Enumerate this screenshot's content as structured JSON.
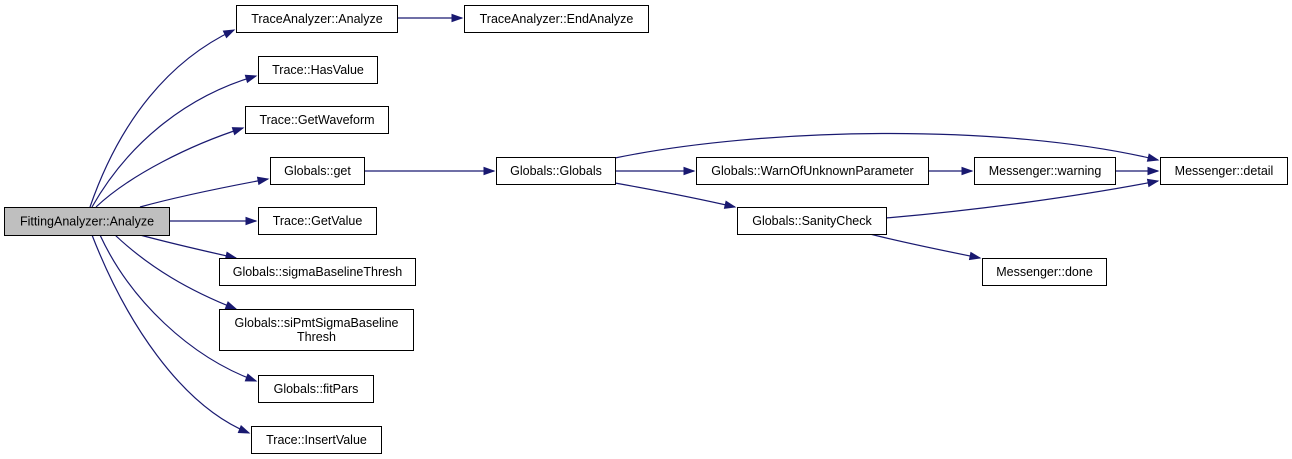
{
  "diagram": {
    "colors": {
      "node_fill": "#ffffff",
      "root_fill": "#bfbfbf",
      "node_border": "#000000",
      "edge": "#191970"
    },
    "nodes": {
      "fitting_analyze": {
        "lines": [
          "FittingAnalyzer::Analyze"
        ]
      },
      "trace_analyzer_analyze": {
        "lines": [
          "TraceAnalyzer::Analyze"
        ]
      },
      "trace_analyzer_end_analyze": {
        "lines": [
          "TraceAnalyzer::EndAnalyze"
        ]
      },
      "trace_has_value": {
        "lines": [
          "Trace::HasValue"
        ]
      },
      "trace_get_waveform": {
        "lines": [
          "Trace::GetWaveform"
        ]
      },
      "globals_get": {
        "lines": [
          "Globals::get"
        ]
      },
      "globals_globals": {
        "lines": [
          "Globals::Globals"
        ]
      },
      "globals_warn": {
        "lines": [
          "Globals::WarnOfUnknownParameter"
        ]
      },
      "messenger_warning": {
        "lines": [
          "Messenger::warning"
        ]
      },
      "messenger_detail": {
        "lines": [
          "Messenger::detail"
        ]
      },
      "trace_get_value": {
        "lines": [
          "Trace::GetValue"
        ]
      },
      "globals_sanity": {
        "lines": [
          "Globals::SanityCheck"
        ]
      },
      "globals_sigma": {
        "lines": [
          "Globals::sigmaBaselineThresh"
        ]
      },
      "messenger_done": {
        "lines": [
          "Messenger::done"
        ]
      },
      "globals_sipmt": {
        "lines": [
          "Globals::siPmtSigmaBaseline",
          "Thresh"
        ]
      },
      "globals_fitpars": {
        "lines": [
          "Globals::fitPars"
        ]
      },
      "trace_insert_value": {
        "lines": [
          "Trace::InsertValue"
        ]
      }
    },
    "edges": [
      {
        "from": "fitting_analyze",
        "to": "trace_analyzer_analyze"
      },
      {
        "from": "trace_analyzer_analyze",
        "to": "trace_analyzer_end_analyze"
      },
      {
        "from": "fitting_analyze",
        "to": "trace_has_value"
      },
      {
        "from": "fitting_analyze",
        "to": "trace_get_waveform"
      },
      {
        "from": "fitting_analyze",
        "to": "globals_get"
      },
      {
        "from": "globals_get",
        "to": "globals_globals"
      },
      {
        "from": "globals_globals",
        "to": "messenger_detail"
      },
      {
        "from": "globals_globals",
        "to": "globals_warn"
      },
      {
        "from": "globals_warn",
        "to": "messenger_warning"
      },
      {
        "from": "messenger_warning",
        "to": "messenger_detail"
      },
      {
        "from": "globals_globals",
        "to": "globals_sanity"
      },
      {
        "from": "globals_sanity",
        "to": "messenger_detail"
      },
      {
        "from": "globals_sanity",
        "to": "messenger_done"
      },
      {
        "from": "fitting_analyze",
        "to": "trace_get_value"
      },
      {
        "from": "fitting_analyze",
        "to": "globals_sigma"
      },
      {
        "from": "fitting_analyze",
        "to": "globals_sipmt"
      },
      {
        "from": "fitting_analyze",
        "to": "globals_fitpars"
      },
      {
        "from": "fitting_analyze",
        "to": "trace_insert_value"
      }
    ]
  }
}
